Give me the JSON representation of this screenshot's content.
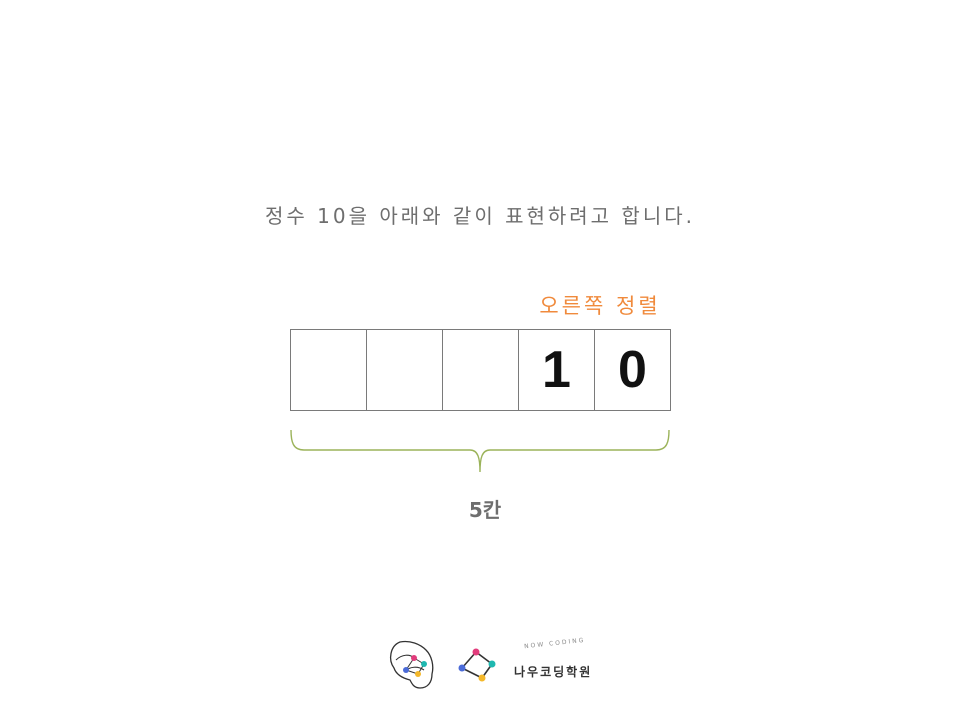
{
  "slide": {
    "headline": "정수 10을 아래와 같이 표현하려고 합니다.",
    "alignment_label": "오른쪽 정렬",
    "cells": [
      "",
      "",
      "",
      "1",
      "0"
    ],
    "span_label": "5칸"
  },
  "logo": {
    "brand_name": "나우코딩학원",
    "brand_tagline": "NOW CODING"
  },
  "colors": {
    "headline": "#6e6e6e",
    "accent_orange": "#f08a3c",
    "brace_green": "#9bb35a",
    "cell_border": "#7a7a7a"
  },
  "icons": [
    "brain-logo-icon",
    "network-logo-icon"
  ]
}
